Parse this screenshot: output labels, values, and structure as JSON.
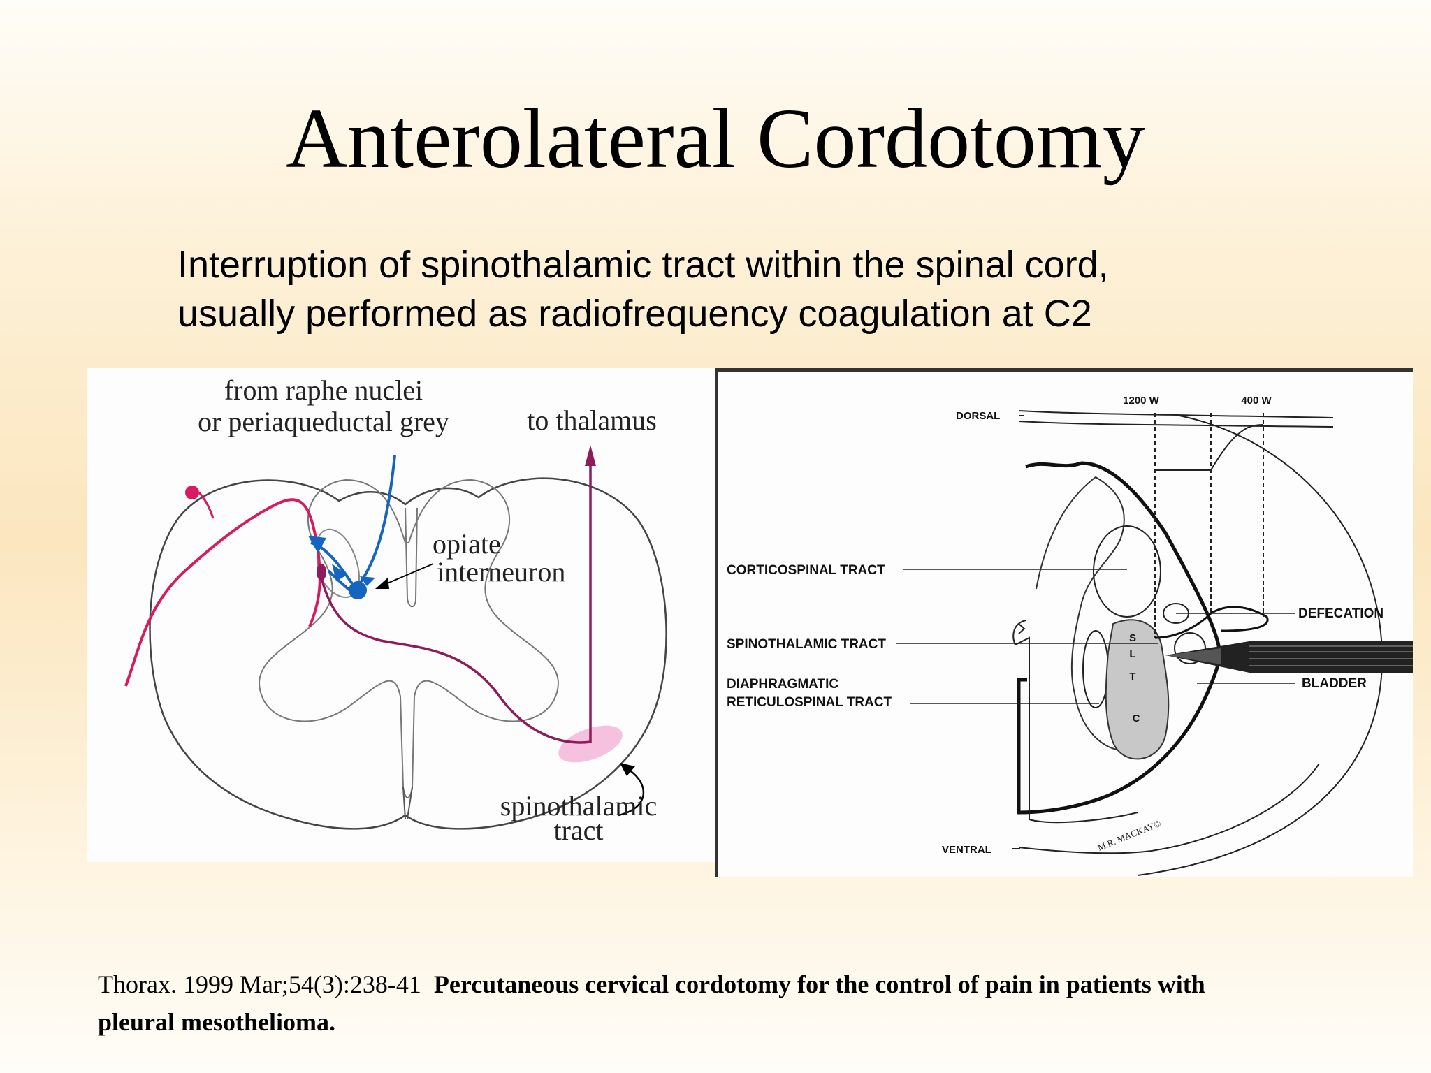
{
  "slide": {
    "title": "Anterolateral Cordotomy",
    "subtitle_line1": "Interruption of spinothalamic tract within the spinal cord,",
    "subtitle_line2": "usually performed as radiofrequency coagulation at C2"
  },
  "left_diagram": {
    "label_raphe_line1": "from raphe nuclei",
    "label_raphe_line2": "or periaqueductal grey",
    "label_thalamus": "to thalamus",
    "label_opiate_line1": "opiate",
    "label_opiate_line2": "interneuron",
    "label_tract_line1": "spinothalamic",
    "label_tract_line2": "tract",
    "colors": {
      "afferent": "#d81b60",
      "descending": "#1565c0",
      "ascending": "#8e1b5a",
      "tract_fill": "#f3b6d8"
    }
  },
  "right_diagram": {
    "label_1200w": "1200 W",
    "label_400w": "400 W",
    "label_dorsal": "DORSAL",
    "label_ventral": "VENTRAL",
    "label_corticospinal": "CORTICOSPINAL TRACT",
    "label_spinothalamic": "SPINOTHALAMIC TRACT",
    "label_diaphragmatic_line1": "DIAPHRAGMATIC",
    "label_diaphragmatic_line2": "RETICULOSPINAL TRACT",
    "label_defecation": "DEFECATION",
    "label_bladder": "BLADDER",
    "region_letters": [
      "S",
      "L",
      "T",
      "C"
    ],
    "signature": "M.R. MACKAY©"
  },
  "citation": {
    "reference": "Thorax. 1999 Mar;54(3):238-41",
    "article_line1": "Percutaneous cervical cordotomy for the control of pain in patients with",
    "article_line2": "pleural mesothelioma."
  }
}
